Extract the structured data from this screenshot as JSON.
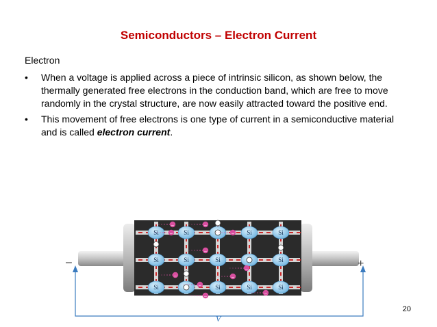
{
  "slide": {
    "title": "Semiconductors – Electron Current",
    "subheading": "Electron",
    "bullet_glyph": "•",
    "bullets": [
      {
        "text": "When a voltage is applied across a piece of intrinsic silicon, as shown below, the thermally generated free electrons in the conduction band, which are free to move randomly in the crystal structure, are now easily attracted toward the positive end."
      },
      {
        "pre": "This movement of free electrons is one type of current in a semiconductive material and is called ",
        "emphasis": "electron current",
        "post": "."
      }
    ],
    "page_number": "20"
  },
  "diagram": {
    "atom_label": "Si",
    "negative_terminal": "–",
    "positive_terminal": "+",
    "voltage_label": "V",
    "electron_sign": "–",
    "colors": {
      "atom": "#8ec8ec",
      "lattice_dark": "#262626",
      "electron": "#d94fa0",
      "bond": "#cc2a2a",
      "wire": "#3a7bbf"
    }
  }
}
